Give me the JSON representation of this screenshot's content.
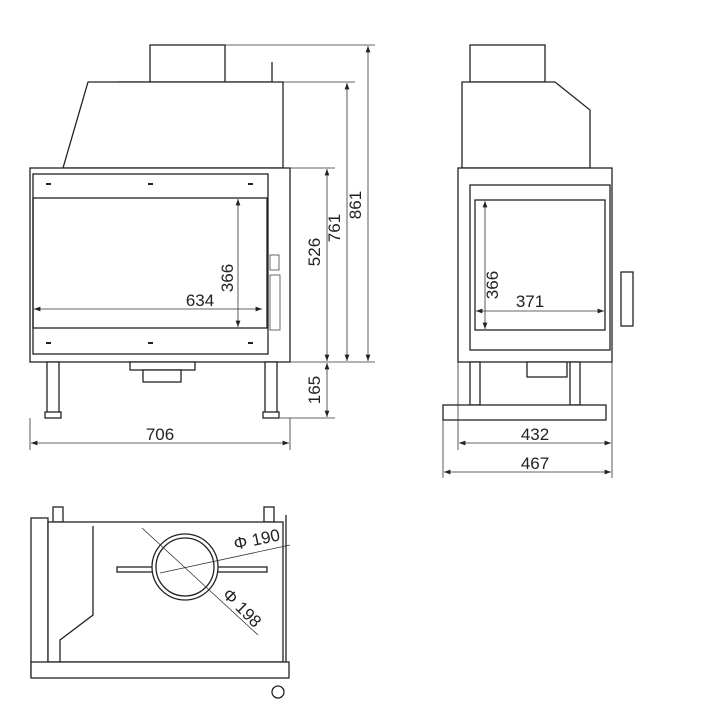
{
  "front_view": {
    "total_height": "861",
    "body_with_hood_height": "761",
    "body_height": "526",
    "leg_height": "165",
    "width": "706",
    "glass_width": "634",
    "glass_height": "366"
  },
  "side_view": {
    "glass_height": "366",
    "glass_width": "371",
    "body_depth": "432",
    "base_depth": "467"
  },
  "top_view": {
    "inner_diameter": "Φ 190",
    "outer_diameter": "Φ 198"
  }
}
